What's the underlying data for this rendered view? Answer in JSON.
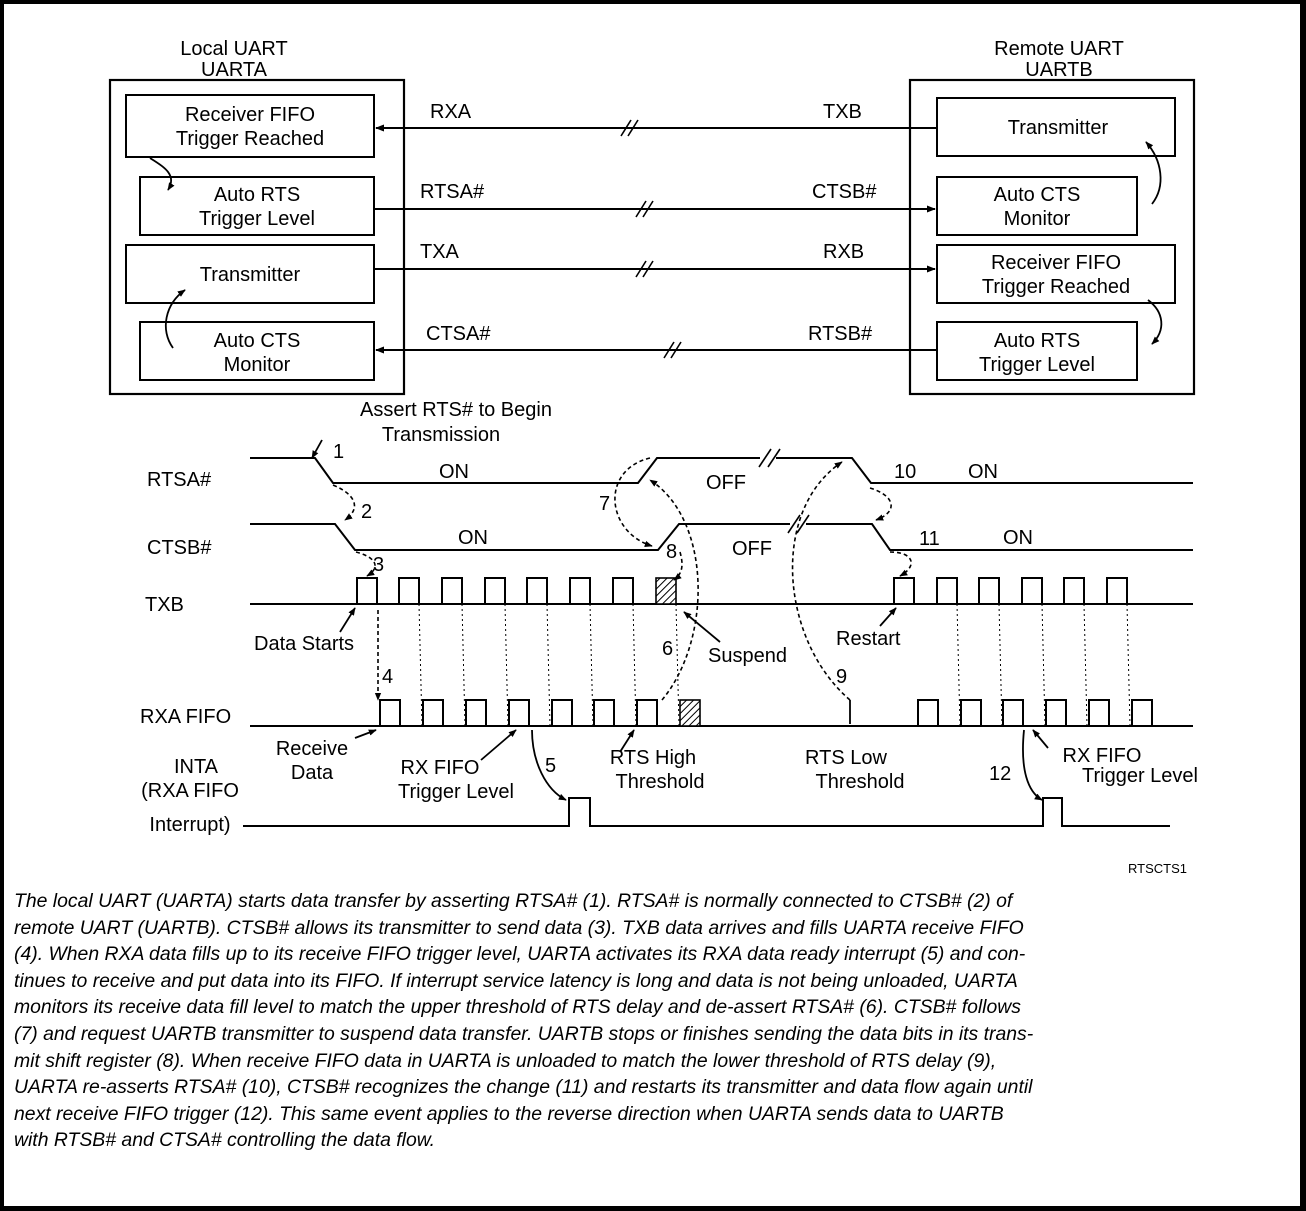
{
  "local_uart": {
    "title_line1": "Local UART",
    "title_line2": "UARTA",
    "boxes": [
      {
        "line1": "Receiver FIFO",
        "line2": "Trigger Reached"
      },
      {
        "line1": "Auto RTS",
        "line2": "Trigger Level"
      },
      {
        "line1": "Transmitter",
        "line2": ""
      },
      {
        "line1": "Auto CTS",
        "line2": "Monitor"
      }
    ]
  },
  "remote_uart": {
    "title_line1": "Remote UART",
    "title_line2": "UARTB",
    "boxes": [
      {
        "line1": "Transmitter",
        "line2": ""
      },
      {
        "line1": "Auto CTS",
        "line2": "Monitor"
      },
      {
        "line1": "Receiver FIFO",
        "line2": "Trigger Reached"
      },
      {
        "line1": "Auto RTS",
        "line2": "Trigger Level"
      }
    ]
  },
  "links": [
    {
      "left": "RXA",
      "right": "TXB"
    },
    {
      "left": "RTSA#",
      "right": "CTSB#"
    },
    {
      "left": "TXA",
      "right": "RXB"
    },
    {
      "left": "CTSA#",
      "right": "RTSB#"
    }
  ],
  "timing": {
    "assert_note_line1": "Assert RTS# to Begin",
    "assert_note_line2": "Transmission",
    "signals": {
      "rtsa": "RTSA#",
      "ctsb": "CTSB#",
      "txb": "TXB",
      "rxa_fifo": "RXA FIFO",
      "inta_line1": "INTA",
      "inta_line2": "(RXA FIFO",
      "inta_line3": "Interrupt)"
    },
    "states": {
      "on": "ON",
      "off": "OFF"
    },
    "steps": [
      "1",
      "2",
      "3",
      "4",
      "5",
      "6",
      "7",
      "8",
      "9",
      "10",
      "11",
      "12"
    ],
    "annotations": {
      "data_starts": "Data Starts",
      "suspend": "Suspend",
      "restart": "Restart",
      "receive_data_line1": "Receive",
      "receive_data_line2": "Data",
      "rx_fifo_trigger_line1": "RX FIFO",
      "rx_fifo_trigger_line2": "Trigger Level",
      "rts_high_line1": "RTS High",
      "rts_high_line2": "Threshold",
      "rts_low_line1": "RTS Low",
      "rts_low_line2": "Threshold",
      "rx_fifo_trigger2_line1": "RX FIFO",
      "rx_fifo_trigger2_line2": "Trigger Level"
    },
    "figure_id": "RTSCTS1"
  },
  "caption_lines": [
    "The local UART (UARTA) starts data transfer by asserting RTSA# (1). RTSA# is normally connected to CTSB# (2) of",
    "remote UART (UARTB). CTSB# allows its transmitter to send data (3). TXB data arrives and fills UARTA receive FIFO",
    "(4). When RXA data fills up to its receive FIFO trigger level, UARTA activates its RXA data ready interrupt (5) and con-",
    "tinues to receive and put data into its FIFO. If interrupt service latency is long and data is not being unloaded, UARTA",
    "monitors its receive data fill level to match the upper threshold of RTS delay and de-assert RTSA# (6). CTSB# follows",
    "(7) and request UARTB transmitter to suspend data transfer. UARTB stops or finishes sending the data bits in its trans-",
    "mit shift register (8). When receive FIFO data in UARTA is unloaded to match the lower threshold of RTS delay (9),",
    "UARTA re-asserts RTSA# (10), CTSB# recognizes the change (11) and restarts its transmitter and data flow again until",
    "next receive FIFO trigger (12). This same event applies to the reverse direction when UARTA sends data to UARTB",
    "with RTSB# and CTSA# controlling the data flow."
  ]
}
